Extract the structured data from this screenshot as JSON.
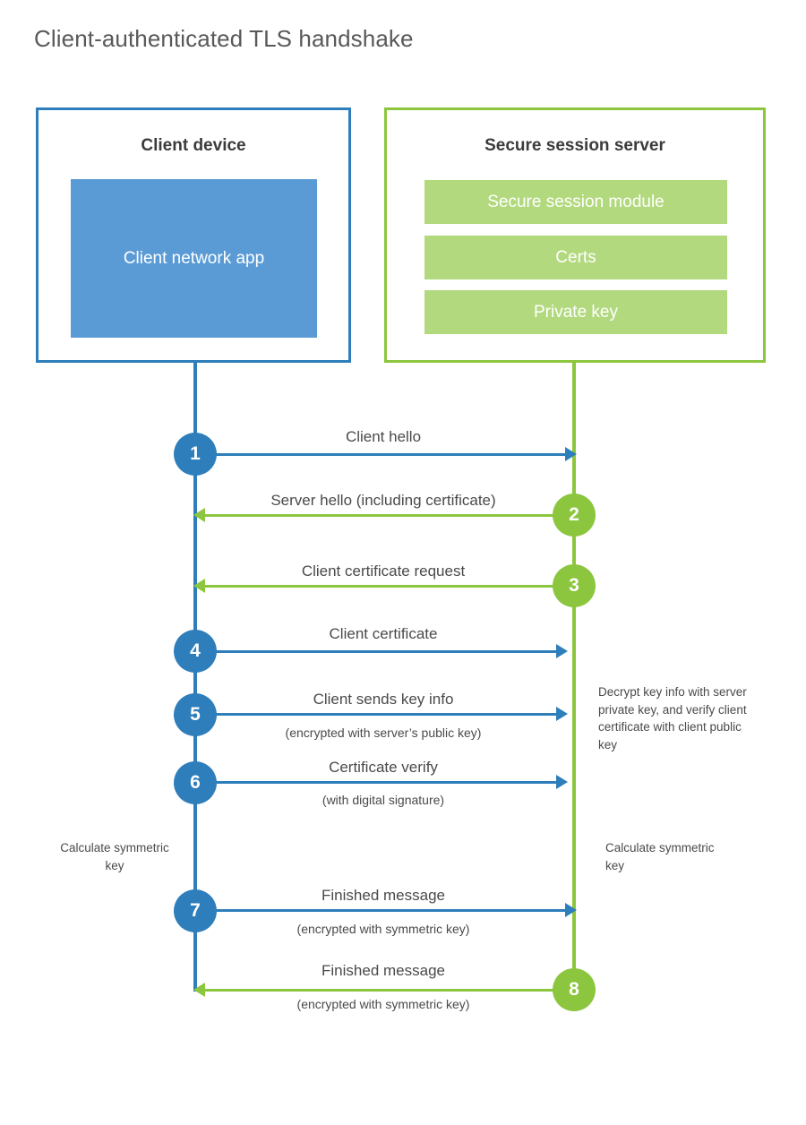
{
  "title": "Client-authenticated TLS handshake",
  "colors": {
    "blue": "#2e7ebb",
    "blue_fill": "#5b9bd5",
    "green": "#8cc63e",
    "green_fill": "#b2d97e",
    "title_text": "#58595b",
    "body_text": "#4a4a4a",
    "background": "#ffffff"
  },
  "client": {
    "title": "Client device",
    "app_block": "Client network app"
  },
  "server": {
    "title": "Secure session server",
    "blocks": [
      "Secure session module",
      "Certs",
      "Private key"
    ]
  },
  "messages": [
    {
      "number": "1",
      "label": "Client hello",
      "sublabel": "",
      "direction": "client-to-server",
      "color": "blue"
    },
    {
      "number": "2",
      "label": "Server hello (including certificate)",
      "sublabel": "",
      "direction": "server-to-client",
      "color": "green"
    },
    {
      "number": "3",
      "label": "Client certificate request",
      "sublabel": "",
      "direction": "server-to-client",
      "color": "green"
    },
    {
      "number": "4",
      "label": "Client certificate",
      "sublabel": "",
      "direction": "client-to-server",
      "color": "blue"
    },
    {
      "number": "5",
      "label": "Client sends key info",
      "sublabel": "(encrypted with server’s public key)",
      "direction": "client-to-server",
      "color": "blue"
    },
    {
      "number": "6",
      "label": "Certificate verify",
      "sublabel": "(with digital signature)",
      "direction": "client-to-server",
      "color": "blue"
    },
    {
      "number": "7",
      "label": "Finished message",
      "sublabel": "(encrypted with symmetric key)",
      "direction": "client-to-server",
      "color": "blue"
    },
    {
      "number": "8",
      "label": "Finished message",
      "sublabel": "(encrypted with symmetric key)",
      "direction": "server-to-client",
      "color": "green"
    }
  ],
  "notes": {
    "server_decrypt": "Decrypt key info with server private key, and verify client certificate with client public key",
    "client_symmetric_key": "Calculate symmetric key",
    "server_symmetric_key": "Calculate symmetric key"
  }
}
